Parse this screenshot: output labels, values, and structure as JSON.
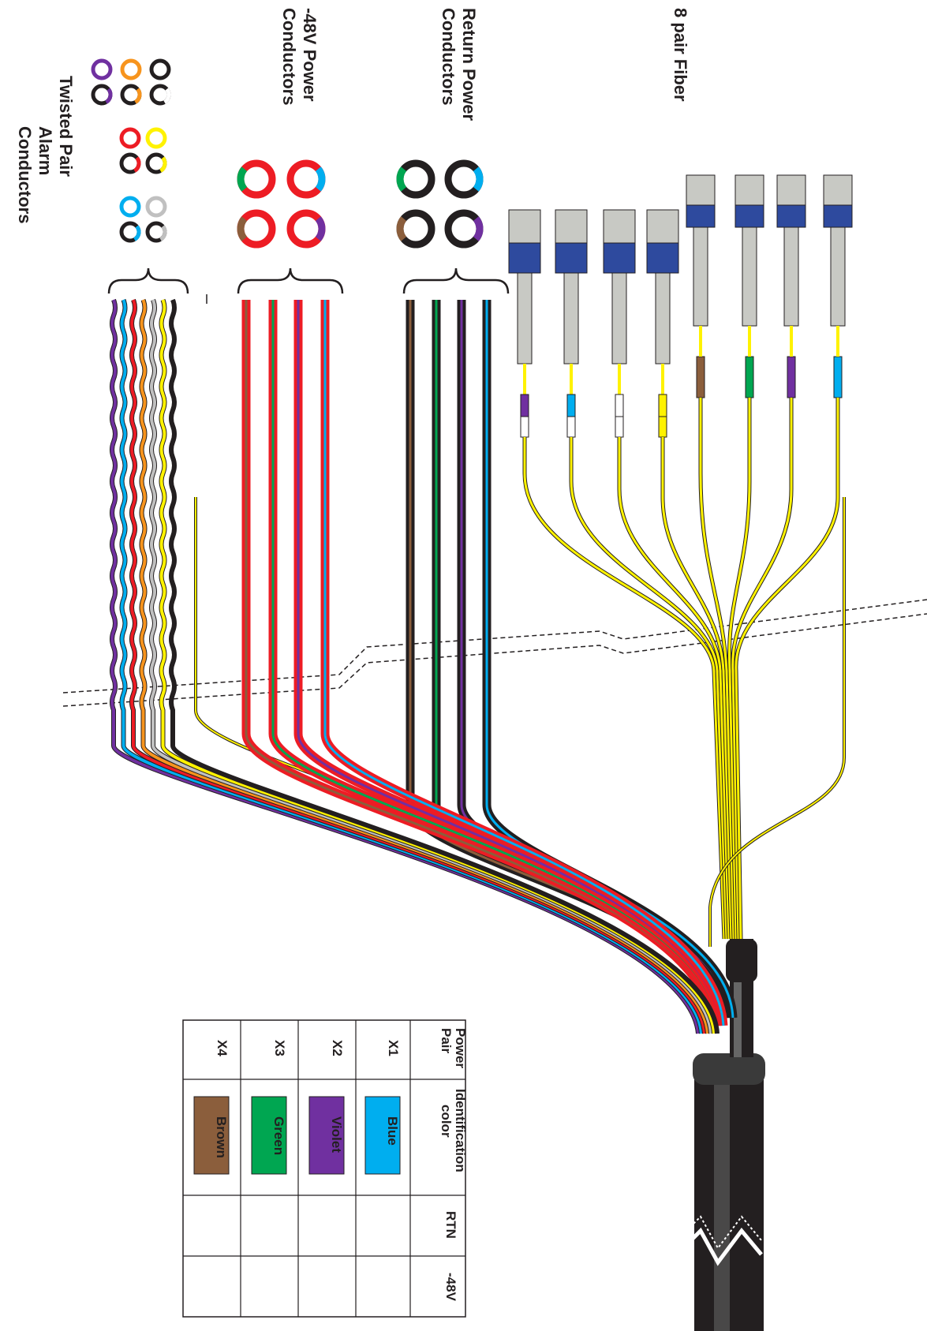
{
  "labels": {
    "fiber": "8 pair Fiber",
    "return_line1": "Return Power",
    "return_line2": "Conductors",
    "neg48_line1": "-48V Power",
    "neg48_line2": "Conductors",
    "twisted_line1": "Twisted Pair",
    "twisted_line2": "Alarm",
    "twisted_line3": "Conductors"
  },
  "table": {
    "headers": {
      "power_pair_1": "Power",
      "power_pair_2": "Pair",
      "id_color_1": "Identification",
      "id_color_2": "color",
      "rtn": "RTN",
      "neg48": "-48V"
    },
    "rows": [
      {
        "pair": "X1",
        "color_name": "Blue",
        "color": "#00aeef"
      },
      {
        "pair": "X2",
        "color_name": "Violet",
        "color": "#7030a0"
      },
      {
        "pair": "X3",
        "color_name": "Green",
        "color": "#00a651"
      },
      {
        "pair": "X4",
        "color_name": "Brown",
        "color": "#8b5e3c"
      }
    ]
  },
  "colors": {
    "fiber_yellow": "#fff200",
    "connector_blue": "#2e4a9e",
    "connector_gray": "#c8c9c4",
    "cable_black": "#231f20",
    "power_red": "#ed1c24",
    "blue": "#00aeef",
    "violet": "#7030a0",
    "green": "#00a651",
    "brown": "#8b5e3c",
    "orange": "#f7941d",
    "white": "#ffffff",
    "gray": "#c0c0c0"
  },
  "fiber_tags": [
    "brown",
    "green",
    "violet",
    "blue"
  ],
  "lc_tags": [
    [
      "violet",
      "white"
    ],
    [
      "blue",
      "white"
    ],
    [
      "white",
      "white"
    ],
    [
      "yellow",
      "yellow"
    ]
  ],
  "alarm_pairs": [
    [
      "violet",
      "black"
    ],
    [
      "orange",
      "black"
    ],
    [
      "black",
      "white"
    ],
    [
      "red",
      "black"
    ],
    [
      "yellow",
      "black"
    ],
    [
      "blue",
      "black"
    ],
    [
      "gray",
      "black"
    ]
  ]
}
